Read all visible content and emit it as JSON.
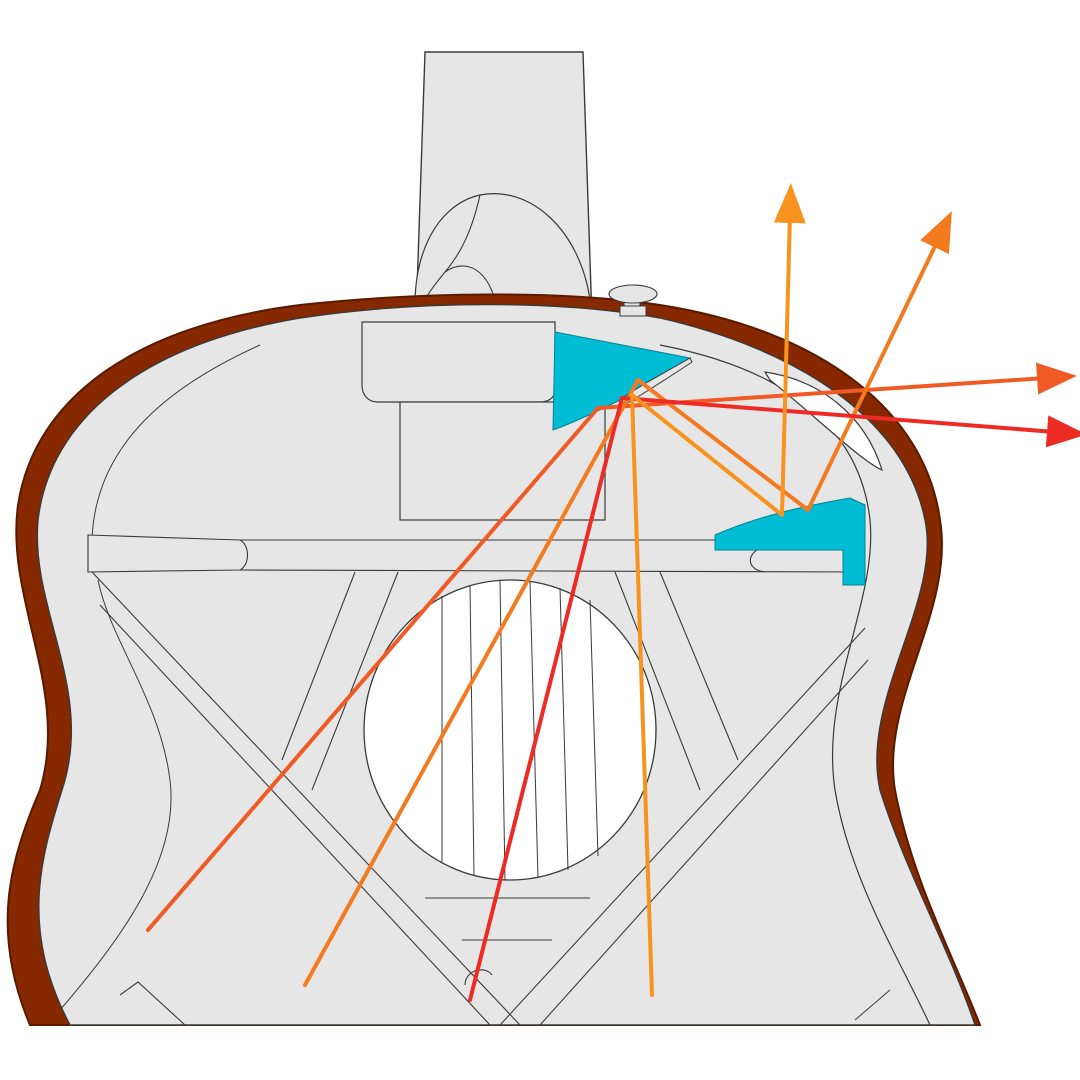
{
  "diagram": {
    "subject": "guitar-body-cutaway-sound-ports",
    "colors": {
      "background": "#ffffff",
      "body_interior": "#e6e6e6",
      "outline": "#3a3a3a",
      "binding": "#862800",
      "binding_dark": "#5a1a00",
      "reflector": "#00bcd4",
      "soundhole": "#ffffff",
      "ray_red": "#ee2a24",
      "ray_red_orange": "#f05a24",
      "ray_orange": "#f47a20",
      "ray_light_orange": "#f7931e"
    },
    "icons": [
      "strap-button-icon",
      "arrowhead-icon"
    ],
    "rays": [
      {
        "id": "ray-1",
        "color": "ray_red_orange",
        "arrow_end": true
      },
      {
        "id": "ray-2",
        "color": "ray_orange",
        "arrow_end": true
      },
      {
        "id": "ray-3",
        "color": "ray_red",
        "arrow_end": true
      },
      {
        "id": "ray-4",
        "color": "ray_light_orange",
        "arrow_end": true
      }
    ]
  }
}
